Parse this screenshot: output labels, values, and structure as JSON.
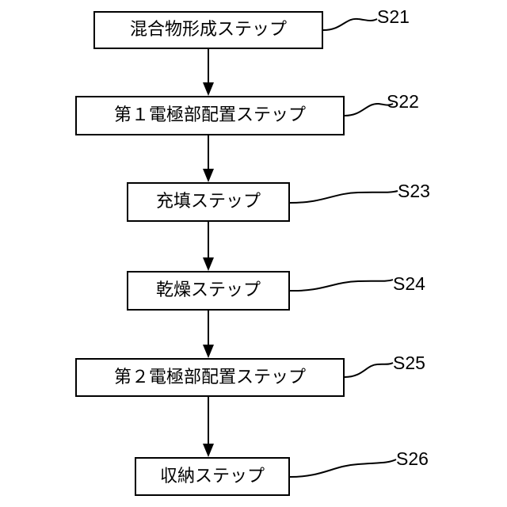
{
  "steps": [
    {
      "label": "混合物形成ステップ",
      "id": "S21"
    },
    {
      "label": "第１電極部配置ステップ",
      "id": "S22"
    },
    {
      "label": "充填ステップ",
      "id": "S23"
    },
    {
      "label": "乾燥ステップ",
      "id": "S24"
    },
    {
      "label": "第２電極部配置ステップ",
      "id": "S25"
    },
    {
      "label": "収納ステップ",
      "id": "S26"
    }
  ]
}
